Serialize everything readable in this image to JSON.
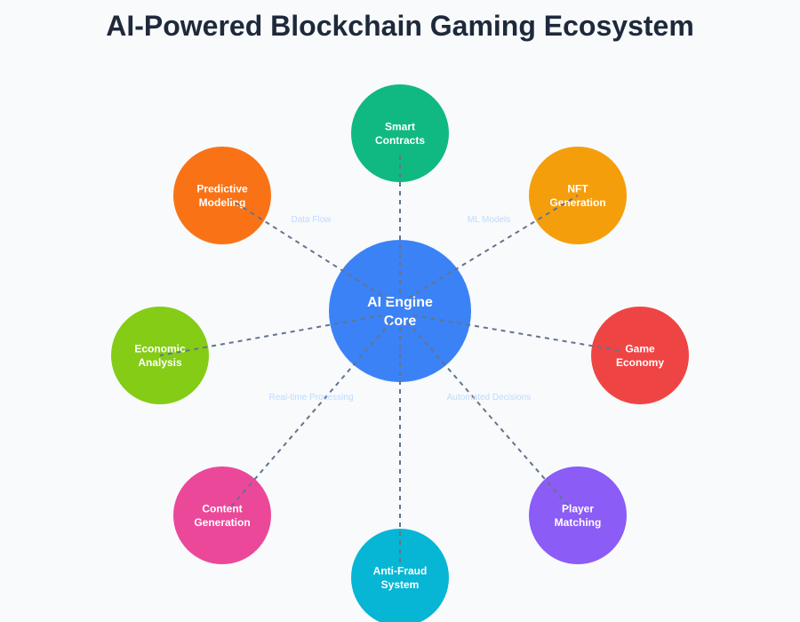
{
  "header": {
    "title": "AI-Powered Blockchain Gaming Ecosystem"
  },
  "diagram": {
    "core": {
      "lines": [
        "AI Engine",
        "Core"
      ],
      "color": "#3b82f6"
    },
    "nodes": [
      {
        "id": "smart-contracts",
        "lines": [
          "Smart",
          "Contracts"
        ],
        "color": "#10b981"
      },
      {
        "id": "nft-generation",
        "lines": [
          "NFT",
          "Generation"
        ],
        "color": "#f59e0b"
      },
      {
        "id": "game-economy",
        "lines": [
          "Game",
          "Economy"
        ],
        "color": "#ef4444"
      },
      {
        "id": "player-matching",
        "lines": [
          "Player",
          "Matching"
        ],
        "color": "#8b5cf6"
      },
      {
        "id": "anti-fraud-system",
        "lines": [
          "Anti-Fraud",
          "System"
        ],
        "color": "#06b6d4"
      },
      {
        "id": "content-generation",
        "lines": [
          "Content",
          "Generation"
        ],
        "color": "#ec4899"
      },
      {
        "id": "economic-analysis",
        "lines": [
          "Economic",
          "Analysis"
        ],
        "color": "#84cc16"
      },
      {
        "id": "predictive-modeling",
        "lines": [
          "Predictive",
          "Modeling"
        ],
        "color": "#f97316"
      }
    ],
    "edge_labels": [
      {
        "id": "data-flow",
        "text": "Data Flow"
      },
      {
        "id": "ml-models",
        "text": "ML Models"
      },
      {
        "id": "real-time-processing",
        "text": "Real-time Processing"
      },
      {
        "id": "automated-decisions",
        "text": "Automated Decisions"
      }
    ],
    "connector_color": "#64748b",
    "label_color": "#bfdbfe"
  }
}
